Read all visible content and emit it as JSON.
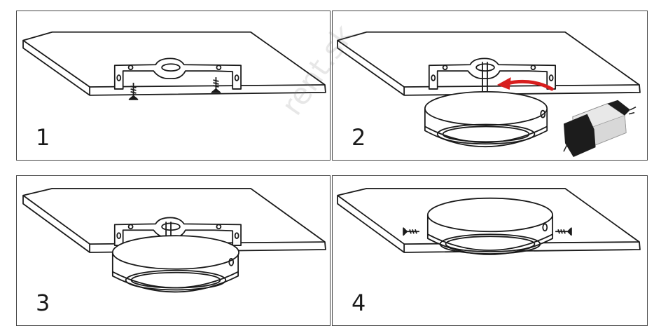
{
  "steps": [
    {
      "number": "1"
    },
    {
      "number": "2"
    },
    {
      "number": "3"
    },
    {
      "number": "4"
    }
  ],
  "watermark": "rent.sk",
  "colors": {
    "line": "#1a1a1a",
    "arrow": "#d81e1e",
    "driver_white": "#e8e8e8",
    "driver_black": "#1c1c1c"
  }
}
